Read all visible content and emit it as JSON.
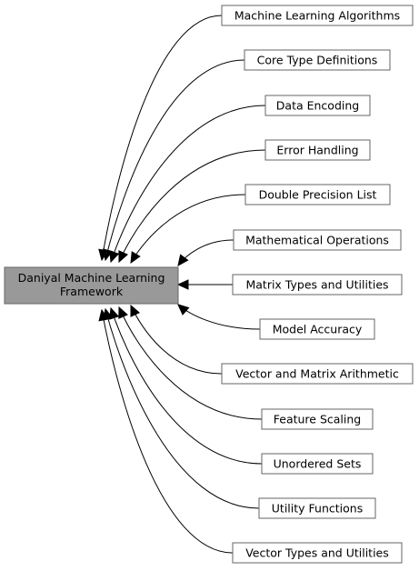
{
  "diagram": {
    "root": {
      "line1": "Daniyal Machine Learning",
      "line2": "Framework"
    },
    "modules": [
      "Machine Learning Algorithms",
      "Core Type Definitions",
      "Data Encoding",
      "Error Handling",
      "Double Precision List",
      "Mathematical Operations",
      "Matrix Types and Utilities",
      "Model Accuracy",
      "Vector and Matrix Arithmetic",
      "Feature Scaling",
      "Unordered Sets",
      "Utility Functions",
      "Vector Types and Utilities"
    ],
    "colors": {
      "root_fill": "#999999",
      "node_fill": "#ffffff",
      "border": "#666666",
      "edge": "#000000"
    }
  }
}
